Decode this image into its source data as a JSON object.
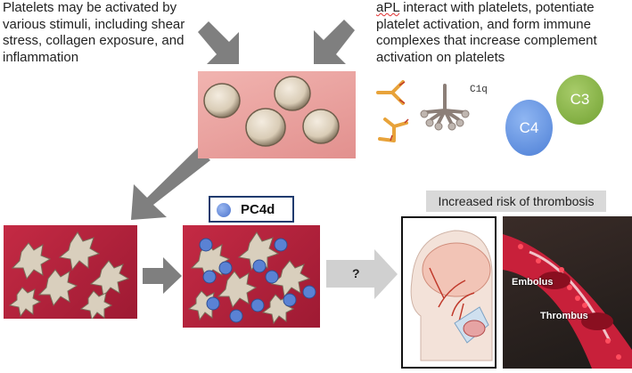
{
  "texts": {
    "left_caption": "Platelets may be activated by various stimuli, including shear stress, collagen exposure, and inflammation",
    "right_caption_lead": "aPL",
    "right_caption_rest": " interact with platelets, potentiate platelet activation, and form immune complexes that increase complement activation on platelets",
    "c1q": "C1q",
    "c3": "C3",
    "c4": "C4",
    "pc4d": "PC4d",
    "question": "?",
    "banner": "Increased risk of thrombosis",
    "embolus": "Embolus",
    "thrombus": "Thrombus"
  },
  "colors": {
    "arrow": "#7f7f7f",
    "pc4d_dot": "#5a82d4",
    "c3": "#7fae3e",
    "c4": "#5c8ee0",
    "antibody": "#e8a33a",
    "background_panel": "#b8203c"
  }
}
